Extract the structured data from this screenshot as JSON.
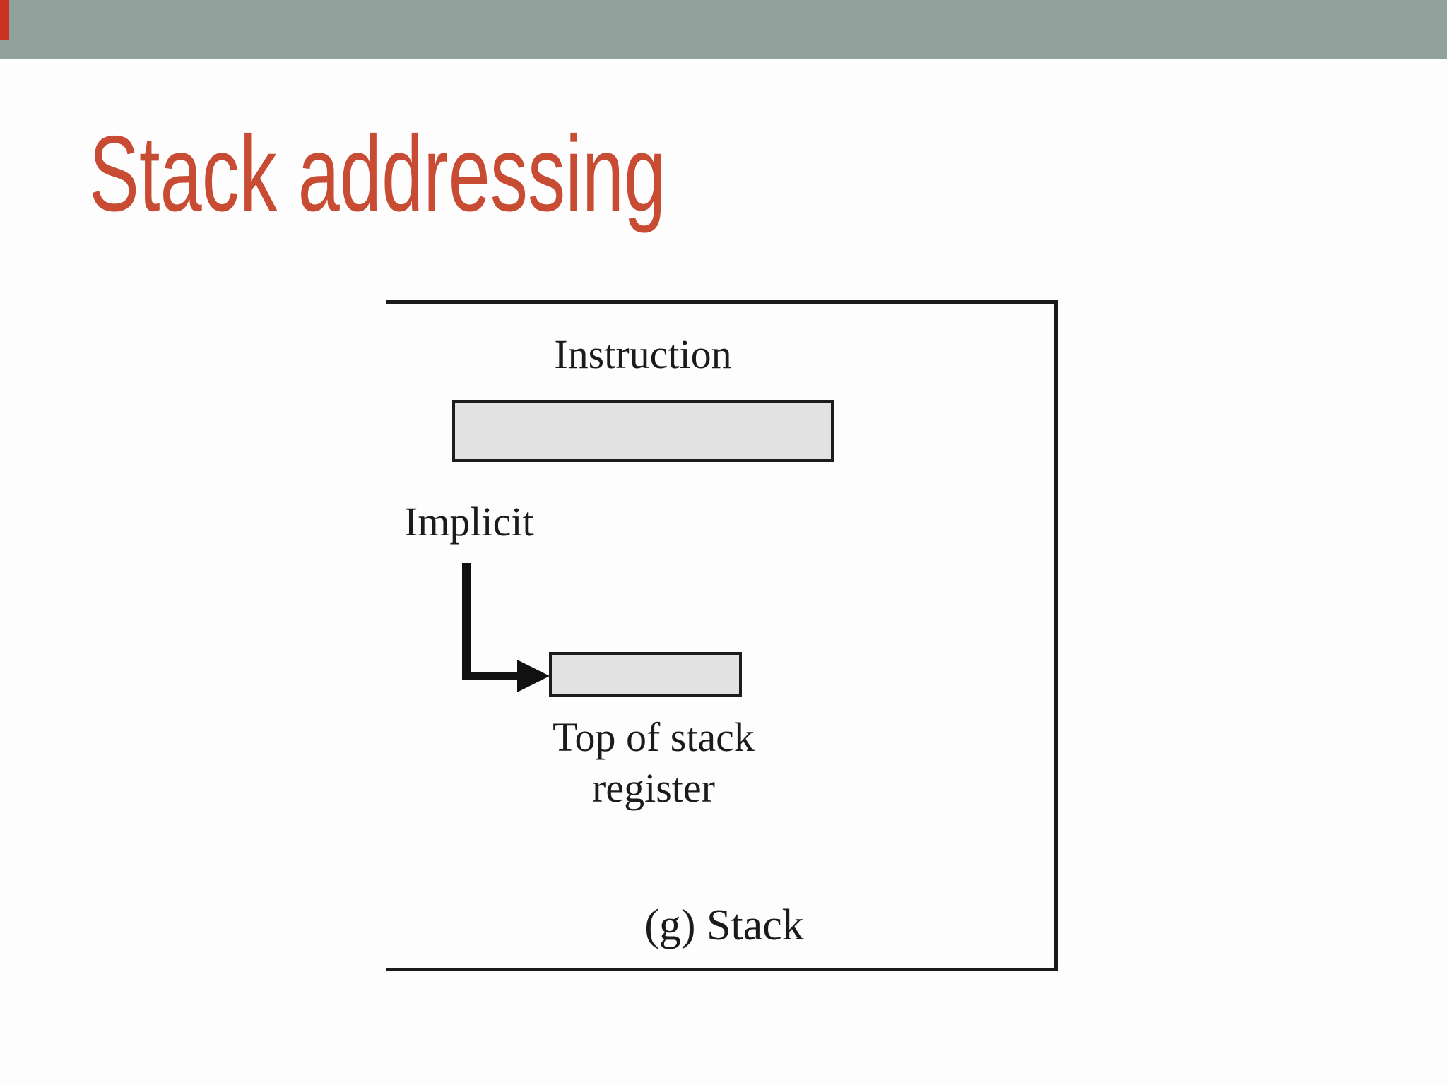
{
  "slide": {
    "title": "Stack addressing",
    "colors": {
      "header_bar": "#92A19B",
      "accent_red": "#CC3223",
      "title_red": "#C84B33",
      "diagram_ink": "#1a1a1a",
      "box_fill": "#E2E2E2",
      "background": "#FDFDFD"
    }
  },
  "diagram": {
    "instruction_label": "Instruction",
    "implicit_label": "Implicit",
    "top_of_stack_line1": "Top of stack",
    "top_of_stack_line2": "register",
    "caption": "(g) Stack"
  }
}
